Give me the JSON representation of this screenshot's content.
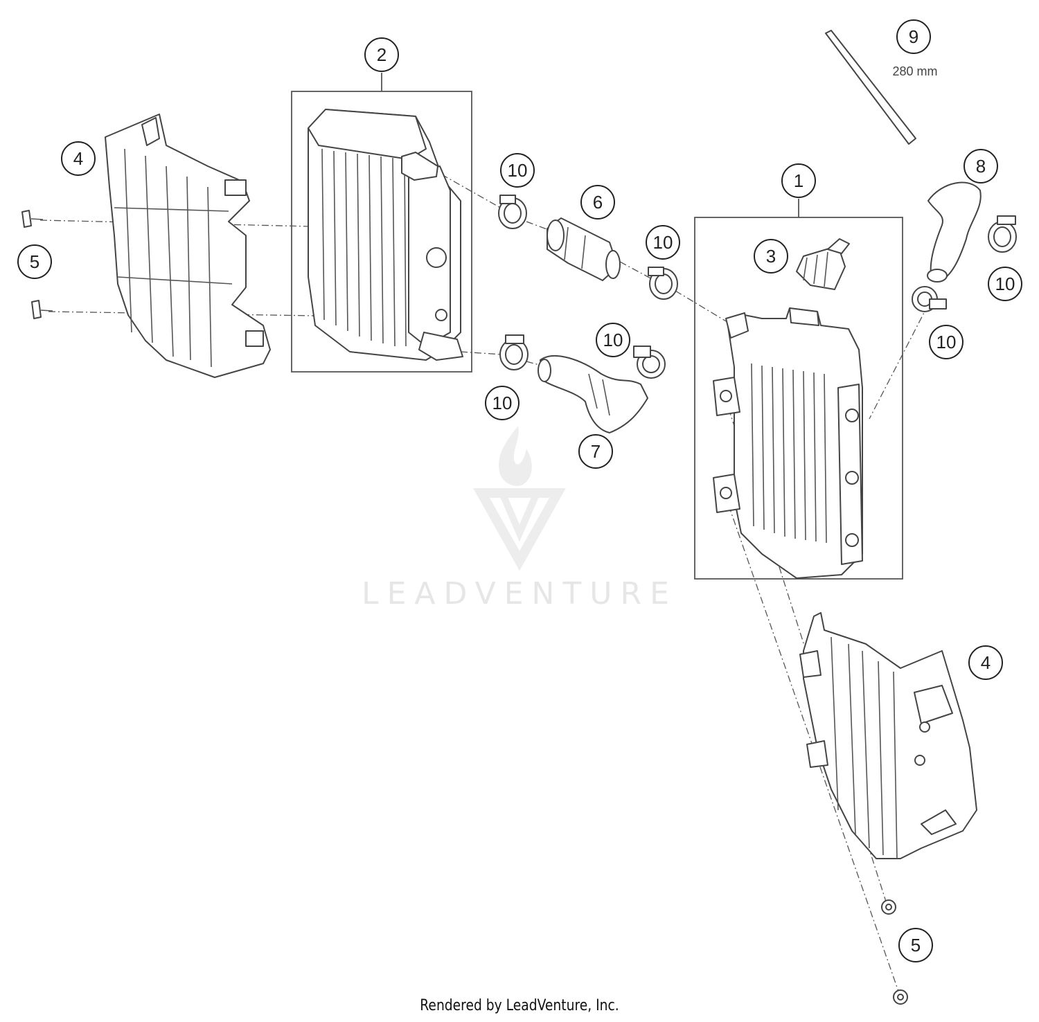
{
  "callouts": [
    {
      "label": "1"
    },
    {
      "label": "2"
    },
    {
      "label": "3"
    },
    {
      "label": "4"
    },
    {
      "label": "4"
    },
    {
      "label": "5"
    },
    {
      "label": "5"
    },
    {
      "label": "6"
    },
    {
      "label": "7"
    },
    {
      "label": "8"
    },
    {
      "label": "9"
    },
    {
      "label": "10"
    },
    {
      "label": "10"
    },
    {
      "label": "10"
    },
    {
      "label": "10"
    },
    {
      "label": "10"
    },
    {
      "label": "10"
    }
  ],
  "hose_length_note": "280 mm",
  "watermark": "LEADVENTURE",
  "footer": "Rendered by LeadVenture, Inc.",
  "colors": {
    "line": "#444444",
    "watermark": "#e6e6e6"
  }
}
